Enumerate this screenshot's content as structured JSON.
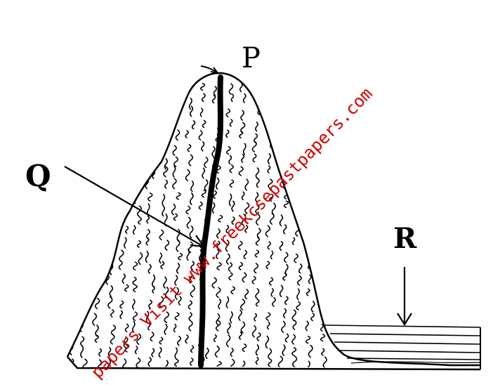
{
  "labels": {
    "p": "P",
    "q": "Q",
    "r": "R"
  },
  "watermark": {
    "text": "papers Visit www.freekcsepastpapers.com",
    "color": "#d00000"
  },
  "colors": {
    "ink": "#000000",
    "background": "#ffffff"
  }
}
